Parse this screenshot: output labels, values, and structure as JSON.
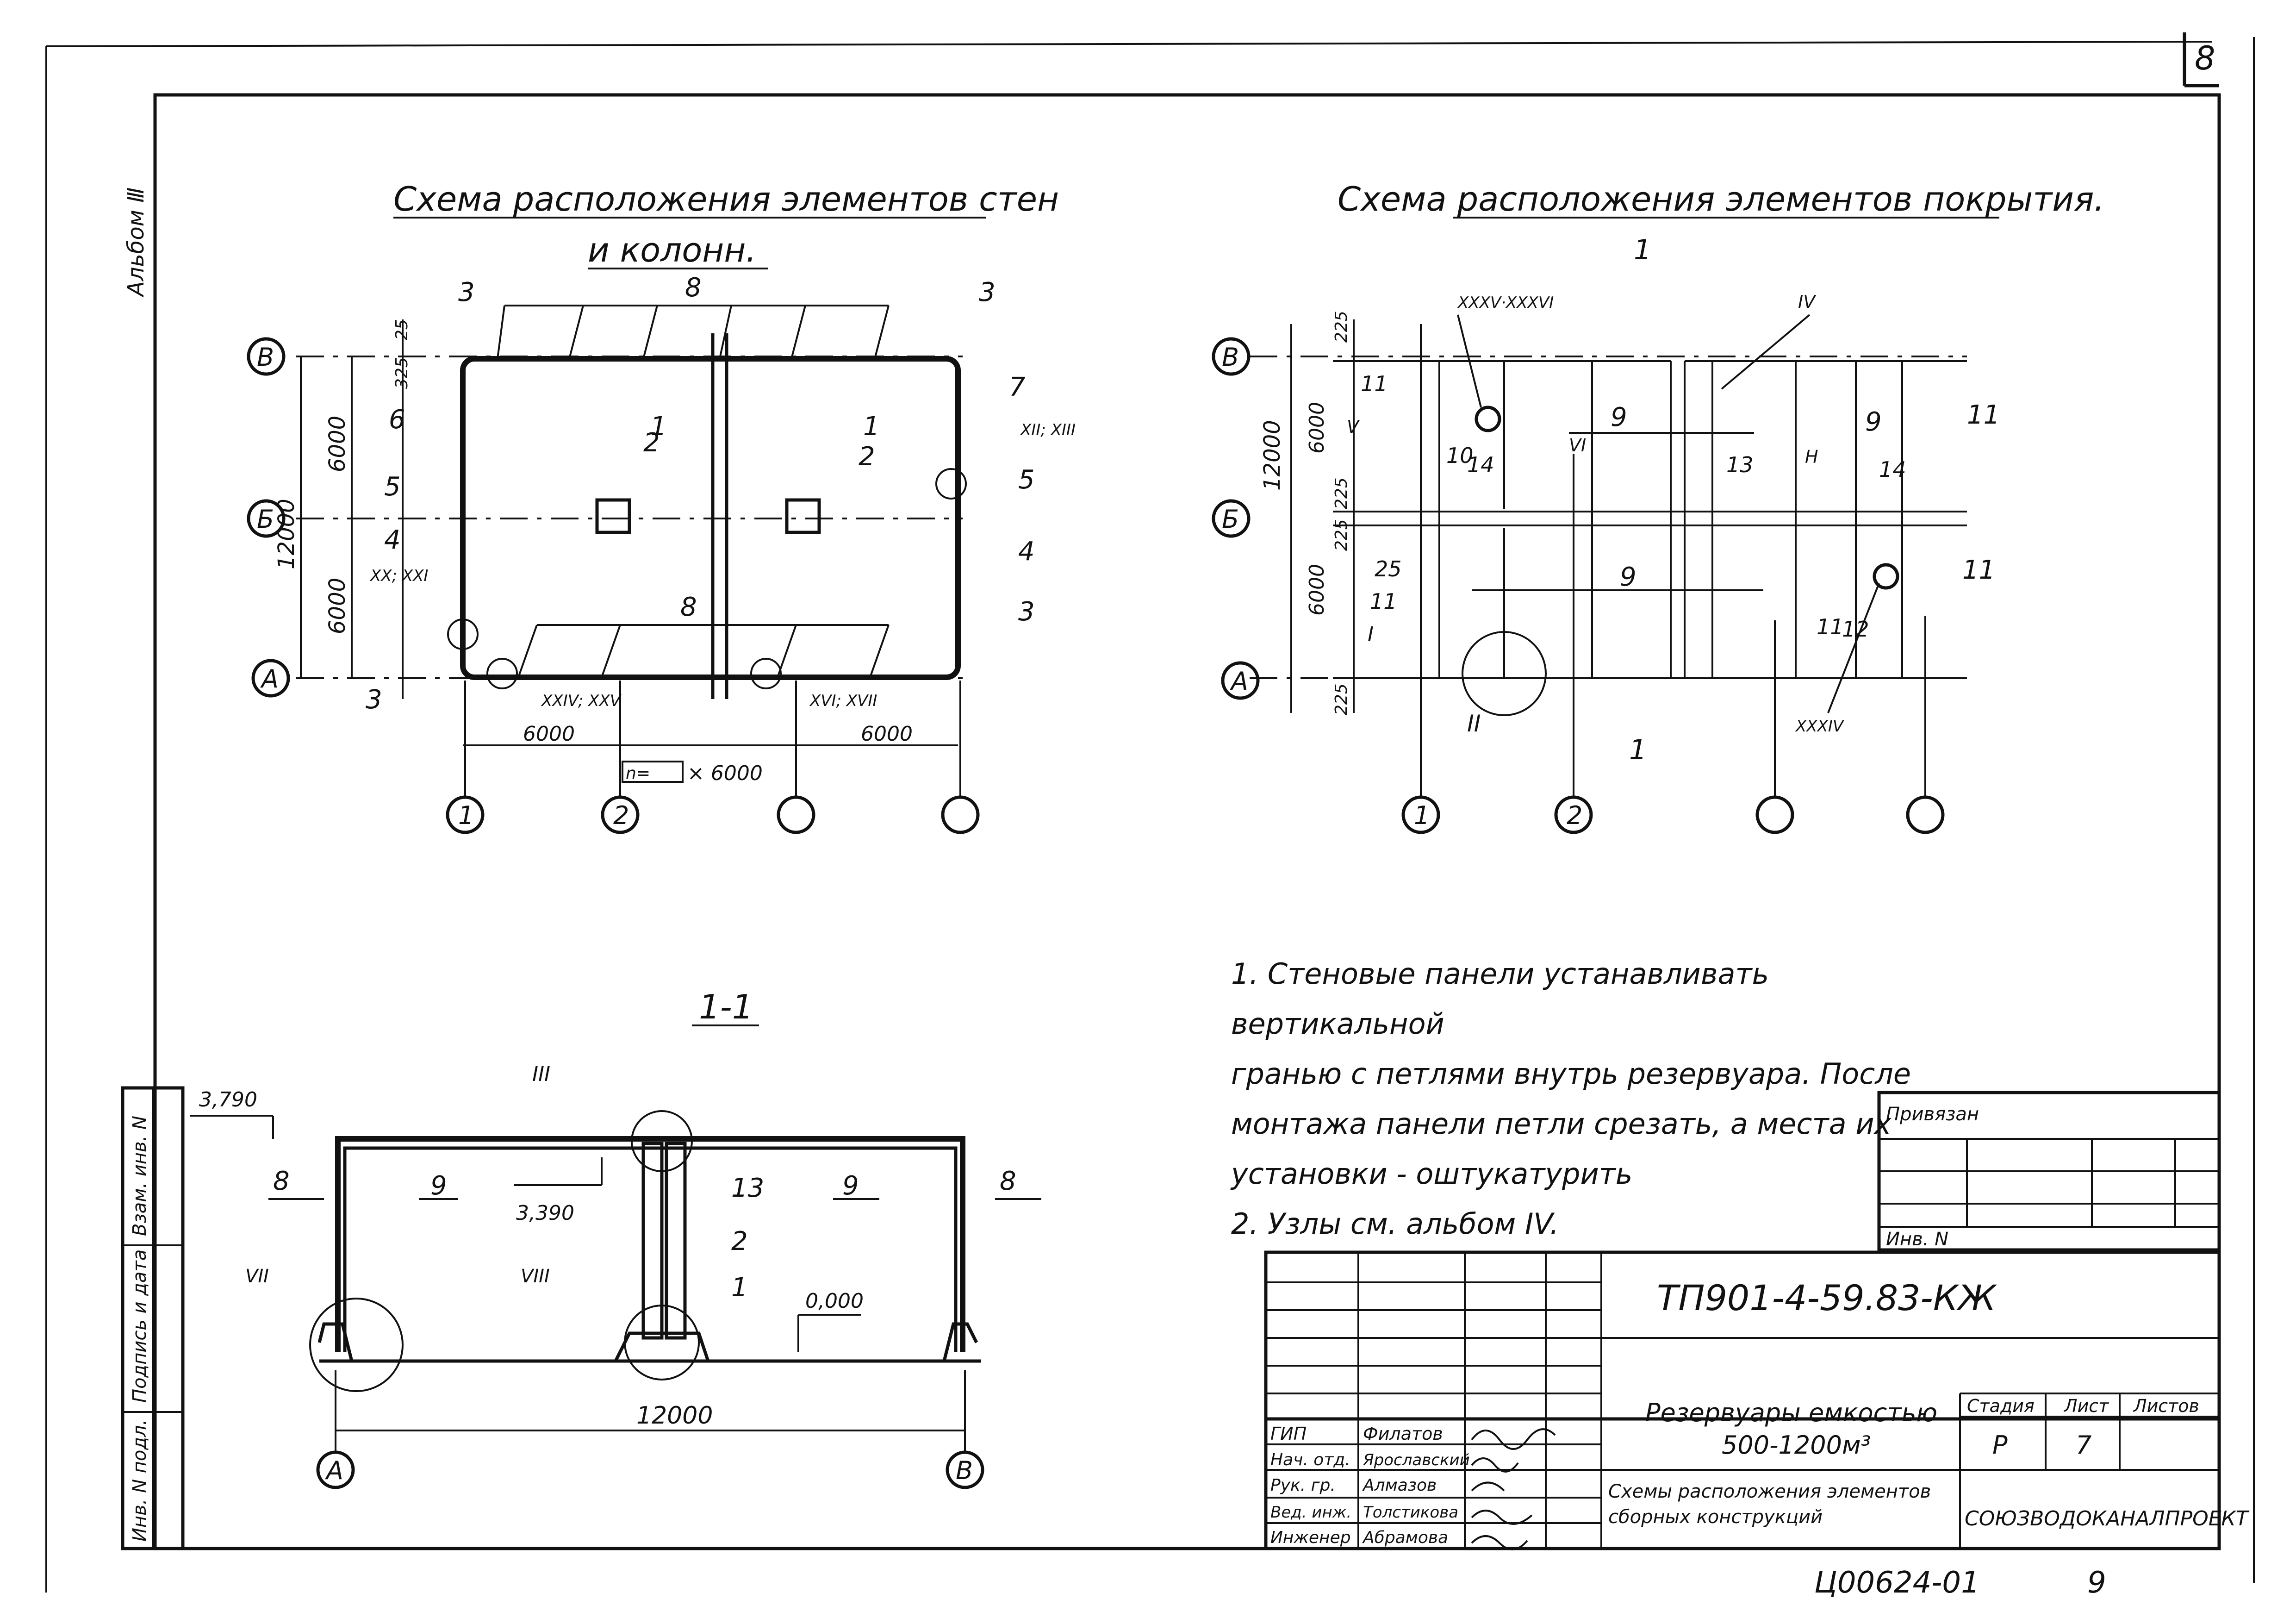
{
  "sheet": {
    "page_number": "8",
    "album_side_label": "Альбом Ⅲ"
  },
  "plan_walls": {
    "title_line1": "Схема расположения элементов стен",
    "title_line2": "и колонн.",
    "axes_letters": [
      "В",
      "Б",
      "А"
    ],
    "axes_numbers": [
      "1",
      "2",
      "",
      ""
    ],
    "dims": {
      "d12000": "12000",
      "d6000_top": "6000",
      "d6000_bottom": "6000",
      "d25": "25",
      "d325": "325",
      "d6000": "6000",
      "n_label": "n=",
      "x6000": "× 6000"
    },
    "marks": [
      "1",
      "2",
      "3",
      "4",
      "5",
      "6",
      "7",
      "8"
    ],
    "nodes": [
      "XII; XIII",
      "XX; XXI",
      "XXIV; XXV",
      "XVI; XVII"
    ]
  },
  "plan_roof": {
    "title": "Схема расположения элементов покрытия.",
    "section_mark": "1",
    "axes_letters": [
      "В",
      "Б",
      "А"
    ],
    "axes_numbers": [
      "1",
      "2",
      "",
      ""
    ],
    "dims": {
      "d225": "225",
      "d6000": "6000",
      "d12000": "12000"
    },
    "marks": [
      "9",
      "10",
      "11",
      "12",
      "13",
      "14",
      "25"
    ],
    "nodes": [
      "XXXV·XXXVI",
      "IV",
      "V",
      "VI",
      "II",
      "I",
      "XXXIV",
      "H"
    ]
  },
  "section": {
    "title": "1-1",
    "elev_top": "3,790",
    "elev_mid": "3,390",
    "elev_zero": "0,000",
    "span": "12000",
    "axes": [
      "А",
      "В"
    ],
    "marks": [
      "1",
      "2",
      "8",
      "9",
      "13"
    ],
    "nodes": [
      "III",
      "VII",
      "VIII"
    ]
  },
  "notes": [
    "1. Стеновые панели устанавливать вертикальной",
    "гранью с петлями внутрь резервуара. После",
    "монтажа панели петли срезать, а места их",
    "установки - оштукатурить",
    "2. Узлы см. альбом IV."
  ],
  "privyazan": {
    "label": "Привязан",
    "inv_label": "Инв. N"
  },
  "side_stamp": [
    "Взам. инв. N",
    "Подпись и дата",
    "Инв. N подл."
  ],
  "title_block": {
    "code": "ТП901-4-59.83-КЖ",
    "object_line1": "Резервуары емкостью",
    "object_line2": "500-1200м³",
    "sheet_title_line1": "Схемы расположения элементов",
    "sheet_title_line2": "сборных конструкций",
    "stage_label": "Стадия",
    "sheet_label": "Лист",
    "sheets_label": "Листов",
    "stage": "Р",
    "sheet_no": "7",
    "org": "СОЮЗВОДОКАНАЛПРОЕКТ",
    "people": [
      {
        "role": "ГИП",
        "name": "Филатов"
      },
      {
        "role": "Нач. отд.",
        "name": "Ярославский"
      },
      {
        "role": "Рук. гр.",
        "name": "Алмазов"
      },
      {
        "role": "Вед. инж.",
        "name": "Толстикова"
      },
      {
        "role": "Инженер",
        "name": "Абрамова"
      }
    ]
  },
  "footer": {
    "archive_no": "Ц00624-01",
    "page": "9"
  }
}
